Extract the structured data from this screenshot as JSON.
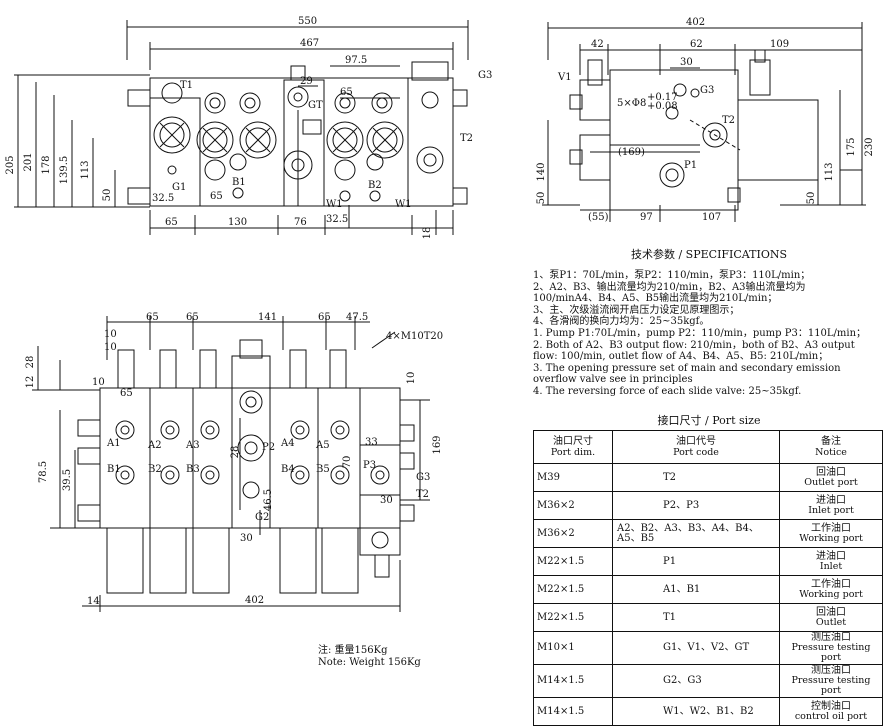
{
  "top_left_view": {
    "dims": [
      "550",
      "467",
      "97.5",
      "29",
      "65",
      "205",
      "201",
      "178",
      "139.5",
      "113",
      "50",
      "32.5",
      "65",
      "130",
      "76",
      "32.5",
      "18",
      "65"
    ],
    "ports": [
      "T1",
      "GT",
      "G3",
      "T2",
      "G1",
      "B1",
      "W1",
      "B2",
      "W1"
    ]
  },
  "top_right_view": {
    "dims": [
      "402",
      "42",
      "62",
      "109",
      "30",
      "5×Φ8",
      "+0.17",
      "+0.08",
      "(169)",
      "140",
      "50",
      "(55)",
      "97",
      "107",
      "230",
      "175",
      "113",
      "50"
    ],
    "ports": [
      "V1",
      "G3",
      "T2",
      "P1"
    ]
  },
  "bottom_left_view": {
    "dims": [
      "65",
      "65",
      "141",
      "65",
      "47.5",
      "4×M10T20",
      "10",
      "10",
      "28",
      "12",
      "10",
      "65",
      "78.5",
      "39.5",
      "33",
      "70",
      "30",
      "169",
      "10",
      "46.5",
      "30",
      "14",
      "402",
      "28"
    ],
    "ports": [
      "A1",
      "A2",
      "A3",
      "P2",
      "A4",
      "A5",
      "B1",
      "B2",
      "B3",
      "B4",
      "B5",
      "P3",
      "G3",
      "T2",
      "G2"
    ]
  },
  "specifications": {
    "title": "技术参数 / SPECIFICATIONS",
    "lines": [
      "1、泵P1：70L/min，泵P2：110/min，泵P3：110L/min；",
      "2、A2、B3、输出流量均为210/min，B2、A3输出流量均为",
      "    100/minA4、B4、A5、B5输出流量均为210L/min；",
      "3、主、次级溢流阀开启压力设定见原理图示；",
      "4、各滑阀的换向力均为：25~35kgf。",
      "1. Pump P1:70L/min，pump P2：110/min，pump P3：110L/min；",
      "2. Both of A2、B3 output flow: 210/min，both of B2、A3 output",
      "    flow: 100/min, outlet flow of A4、B4、A5、B5: 210L/min；",
      "3. The opening pressure set of main and secondary emission",
      "    overflow valve see in principles",
      "4. The reversing force of each slide valve: 25~35kgf."
    ]
  },
  "port_size": {
    "title": "接口尺寸 / Port size",
    "headers": [
      {
        "cn": "油口尺寸",
        "en": "Port dim."
      },
      {
        "cn": "油口代号",
        "en": "Port code"
      },
      {
        "cn": "备注",
        "en": "Notice"
      }
    ],
    "rows": [
      {
        "dim": "M39",
        "code": "T2",
        "cn": "回油口",
        "en": "Outlet port"
      },
      {
        "dim": "M36×2",
        "code": "P2、P3",
        "cn": "进油口",
        "en": "Inlet port"
      },
      {
        "dim": "M36×2",
        "code": "A2、B2、A3、B3、A4、B4、A5、B5",
        "cn": "工作油口",
        "en": "Working port"
      },
      {
        "dim": "M22×1.5",
        "code": "P1",
        "cn": "进油口",
        "en": "Inlet"
      },
      {
        "dim": "M22×1.5",
        "code": "A1、B1",
        "cn": "工作油口",
        "en": "Working port"
      },
      {
        "dim": "M22×1.5",
        "code": "T1",
        "cn": "回油口",
        "en": "Outlet"
      },
      {
        "dim": "M10×1",
        "code": "G1、V1、V2、GT",
        "cn": "测压油口",
        "en": "Pressure testing port"
      },
      {
        "dim": "M14×1.5",
        "code": "G2、G3",
        "cn": "测压油口",
        "en": "Pressure testing port"
      },
      {
        "dim": "M14×1.5",
        "code": "W1、W2、B1、B2",
        "cn": "控制油口",
        "en": "control oil port"
      }
    ]
  },
  "weight_note": {
    "cn": "注: 重量156Kg",
    "en": "Note: Weight 156Kg"
  }
}
